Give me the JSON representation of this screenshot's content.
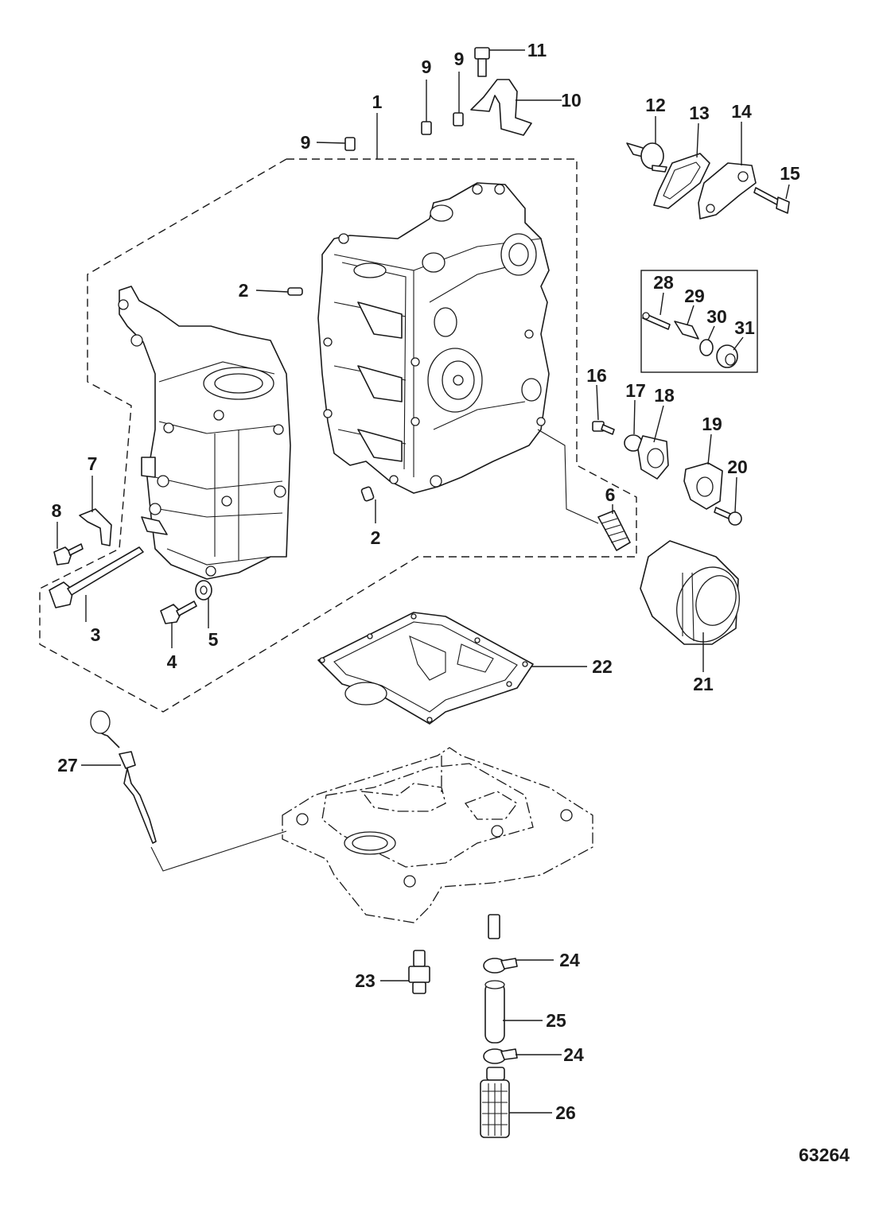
{
  "diagram": {
    "figure_number": "63264",
    "callouts": [
      {
        "id": "c1",
        "label": "1"
      },
      {
        "id": "c2a",
        "label": "2"
      },
      {
        "id": "c2b",
        "label": "2"
      },
      {
        "id": "c3",
        "label": "3"
      },
      {
        "id": "c4",
        "label": "4"
      },
      {
        "id": "c5",
        "label": "5"
      },
      {
        "id": "c6",
        "label": "6"
      },
      {
        "id": "c7",
        "label": "7"
      },
      {
        "id": "c8",
        "label": "8"
      },
      {
        "id": "c9a",
        "label": "9"
      },
      {
        "id": "c9b",
        "label": "9"
      },
      {
        "id": "c9c",
        "label": "9"
      },
      {
        "id": "c10",
        "label": "10"
      },
      {
        "id": "c11",
        "label": "11"
      },
      {
        "id": "c12",
        "label": "12"
      },
      {
        "id": "c13",
        "label": "13"
      },
      {
        "id": "c14",
        "label": "14"
      },
      {
        "id": "c15",
        "label": "15"
      },
      {
        "id": "c16",
        "label": "16"
      },
      {
        "id": "c17",
        "label": "17"
      },
      {
        "id": "c18",
        "label": "18"
      },
      {
        "id": "c19",
        "label": "19"
      },
      {
        "id": "c20",
        "label": "20"
      },
      {
        "id": "c21",
        "label": "21"
      },
      {
        "id": "c22",
        "label": "22"
      },
      {
        "id": "c23",
        "label": "23"
      },
      {
        "id": "c24a",
        "label": "24"
      },
      {
        "id": "c24b",
        "label": "24"
      },
      {
        "id": "c25",
        "label": "25"
      },
      {
        "id": "c26",
        "label": "26"
      },
      {
        "id": "c27",
        "label": "27"
      },
      {
        "id": "c28",
        "label": "28"
      },
      {
        "id": "c29",
        "label": "29"
      },
      {
        "id": "c30",
        "label": "30"
      },
      {
        "id": "c31",
        "label": "31"
      }
    ]
  }
}
